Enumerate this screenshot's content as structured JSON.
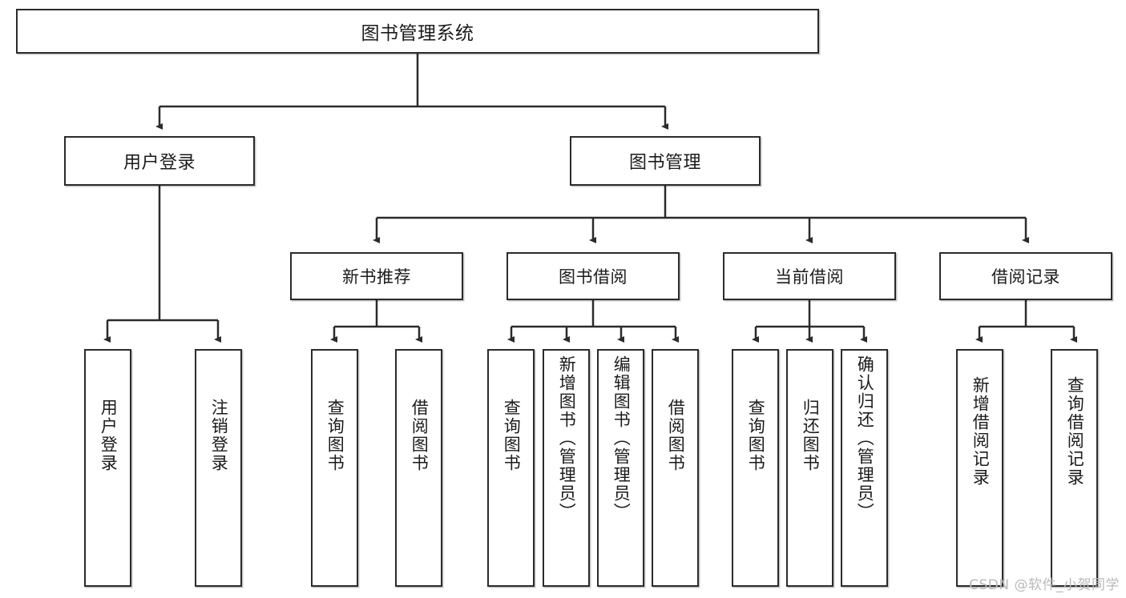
{
  "diagram": {
    "title": "图书管理系统",
    "type": "tree-hierarchy",
    "watermark": "CSDN @软件_小贺同学",
    "colors": {
      "box_border": "#2b2b2b",
      "box_fill": "#ffffff",
      "connector": "#2b2b2b",
      "text": "#1b1b1b",
      "watermark": "#b9b9b9"
    },
    "root": {
      "label": "图书管理系统"
    },
    "level1": [
      {
        "label": "用户登录"
      },
      {
        "label": "图书管理"
      }
    ],
    "level2": [
      {
        "label": "新书推荐"
      },
      {
        "label": "图书借阅"
      },
      {
        "label": "当前借阅"
      },
      {
        "label": "借阅记录"
      }
    ],
    "leaves": {
      "user_login": [
        {
          "label": "用户登录"
        },
        {
          "label": "注销登录"
        }
      ],
      "new_book": [
        {
          "label": "查询图书"
        },
        {
          "label": "借阅图书"
        }
      ],
      "book_borrow": [
        {
          "label": "查询图书"
        },
        {
          "label": "新增图书（管理员）"
        },
        {
          "label": "编辑图书（管理员）"
        },
        {
          "label": "借阅图书"
        }
      ],
      "current_borrow": [
        {
          "label": "查询图书"
        },
        {
          "label": "归还图书"
        },
        {
          "label": "确认归还（管理员）"
        }
      ],
      "borrow_record": [
        {
          "label": "新增借阅记录"
        },
        {
          "label": "查询借阅记录"
        }
      ]
    }
  }
}
